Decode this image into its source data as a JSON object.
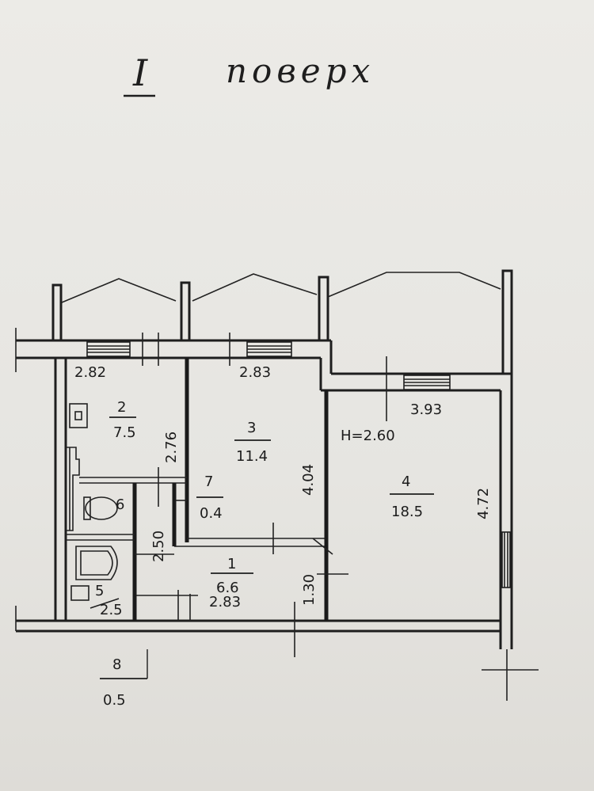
{
  "floor_title": {
    "numeral": "I",
    "word": "поверх"
  },
  "ceiling_height": "H=2.60",
  "rooms": [
    {
      "number": "2",
      "area": "7.5"
    },
    {
      "number": "3",
      "area": "11.4"
    },
    {
      "number": "4",
      "area": "18.5"
    },
    {
      "number": "7",
      "area": "0.4"
    },
    {
      "number": "1",
      "area": "6.6"
    },
    {
      "number": "6",
      "area": ""
    },
    {
      "number": "5",
      "area": "2.5"
    },
    {
      "number": "8",
      "area": "0.5"
    }
  ],
  "dimensions": {
    "room2_width": "2.82",
    "room2_depth": "2.76",
    "room3_width": "2.83",
    "room3_depth": "4.04",
    "room4_width": "3.93",
    "room4_depth": "4.72",
    "hall_width": "2.83",
    "hall_depth": "1.30",
    "bath_depth": "2.50"
  }
}
